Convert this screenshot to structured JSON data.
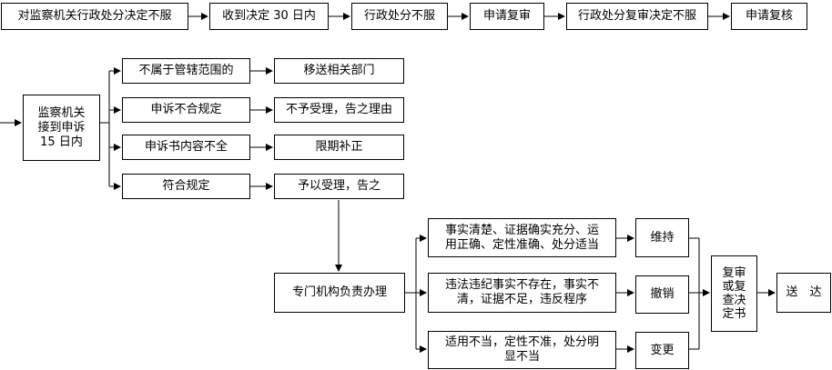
{
  "top_row": [
    "对监察机关行政处分决定不服",
    "收到决定 30 日内",
    "行政处分不服",
    "申请复审",
    "行政处分复审决定不服",
    "申请复核"
  ],
  "start_node": "监察机关\n接到申诉\n15 日内",
  "conditions": [
    "不属于管辖范围的",
    "申诉不合规定",
    "申诉书内容不全",
    "符合规定"
  ],
  "actions": [
    "移送相关部门",
    "不予受理，告之理由",
    "限期补正",
    "予以受理，告之"
  ],
  "handler": "专门机构负责办理",
  "findings": [
    "事实清楚、证据确实充分、运\n用正确、定性准确、处分适当",
    "违法违纪事实不存在，事实不\n清，证据不足，违反程序",
    "适用不当，定性不准，处分明\n显不当"
  ],
  "outcomes": [
    "维持",
    "撤销",
    "变更"
  ],
  "decision": "复审\n或复\n查决\n定书",
  "final": "送　达"
}
